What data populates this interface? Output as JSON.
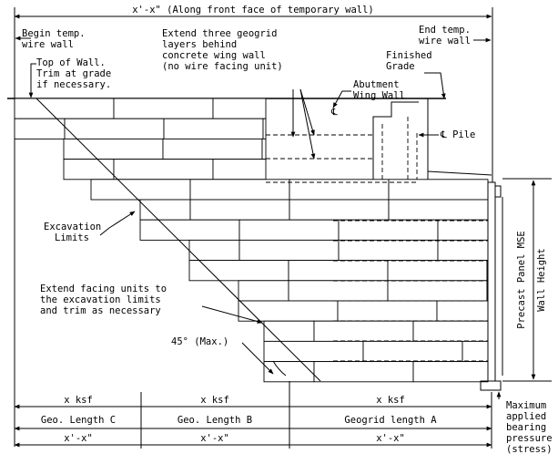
{
  "top_dimension": "x'-x\" (Along front face of temporary wall)",
  "labels": {
    "begin_temp": [
      "Begin temp.",
      "wire wall"
    ],
    "end_temp": [
      "End temp.",
      "wire wall"
    ],
    "top_of_wall": [
      "Top of Wall.",
      "Trim at grade",
      "if necessary."
    ],
    "extend_geogrid": [
      "Extend three geogrid",
      "layers behind",
      "concrete wing wall",
      "(no wire facing unit)"
    ],
    "finished_grade": [
      "Finished",
      "Grade"
    ],
    "abutment": [
      "Abutment",
      "Wing Wall"
    ],
    "pile": "℄ Pile",
    "excavation": [
      "Excavation",
      "Limits"
    ],
    "extend_facing": [
      "Extend facing units to",
      "the excavation limits",
      "and trim as necessary"
    ],
    "angle": "45° (Max.)",
    "panel": [
      "Precast Panel MSE",
      "Wall Height"
    ],
    "bearing": [
      "Maximum",
      "applied",
      "bearing",
      "pressure",
      "(stress)"
    ]
  },
  "bottom_table": {
    "pressures": [
      "x ksf",
      "x ksf",
      "x ksf"
    ],
    "lengths": [
      "Geo. Length C",
      "Geo. Length B",
      "Geogrid length A"
    ],
    "dimensions": [
      "x'-x\"",
      "x'-x\"",
      "x'-x\""
    ]
  }
}
